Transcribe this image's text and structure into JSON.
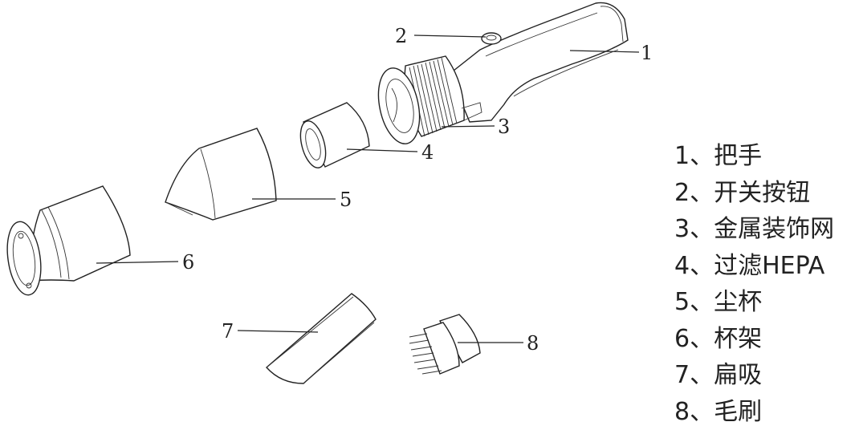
{
  "callouts": [
    "1",
    "2",
    "3",
    "4",
    "5",
    "6",
    "7",
    "8"
  ],
  "legend": [
    "1、把手",
    "2、开关按钮",
    "3、金属装饰网",
    "4、过滤HEPA",
    "5、尘杯",
    "6、杯架",
    "7、扁吸",
    "8、毛刷"
  ]
}
